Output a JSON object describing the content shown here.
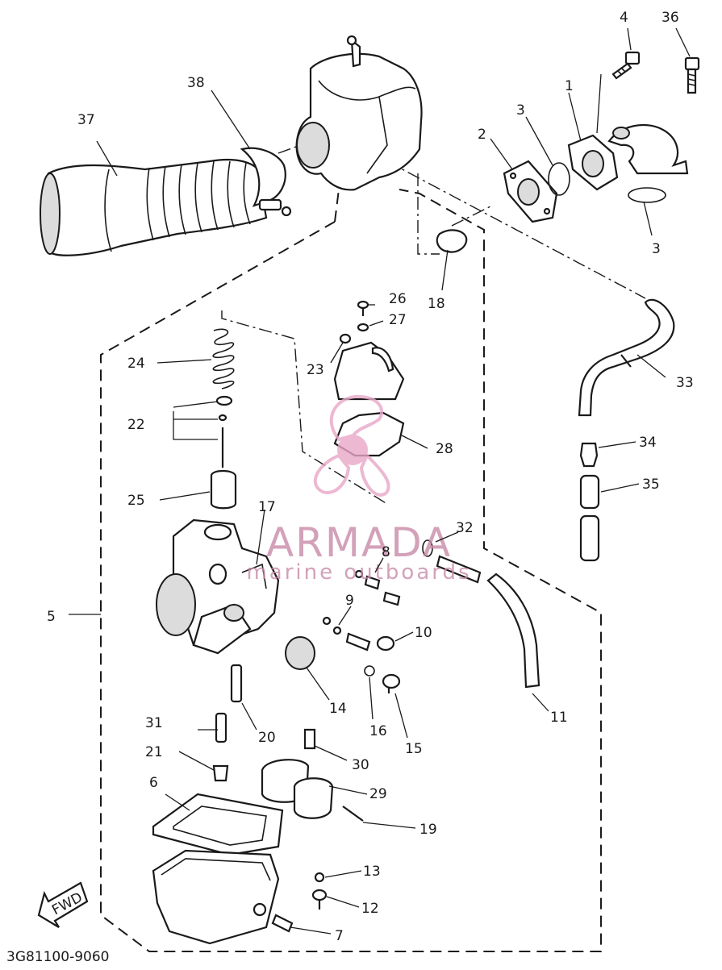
{
  "callouts": {
    "p1": "1",
    "p2": "2",
    "p3a": "3",
    "p3b": "3",
    "p4": "4",
    "p5": "5",
    "p6": "6",
    "p7": "7",
    "p8": "8",
    "p9": "9",
    "p10": "10",
    "p11": "11",
    "p12": "12",
    "p13": "13",
    "p14": "14",
    "p15": "15",
    "p16": "16",
    "p17": "17",
    "p18": "18",
    "p19": "19",
    "p20": "20",
    "p21": "21",
    "p22": "22",
    "p23": "23",
    "p24": "24",
    "p25": "25",
    "p26": "26",
    "p27": "27",
    "p28": "28",
    "p29": "29",
    "p30": "30",
    "p31": "31",
    "p32": "32",
    "p33": "33",
    "p34": "34",
    "p35": "35",
    "p36": "36",
    "p37": "37",
    "p38": "38"
  },
  "fwd_label": "FWD",
  "drawing_number": "3G81100-9060",
  "watermark": {
    "brand": "ARMADA",
    "tagline": "marine outboards",
    "color": "#e8a7c8"
  }
}
